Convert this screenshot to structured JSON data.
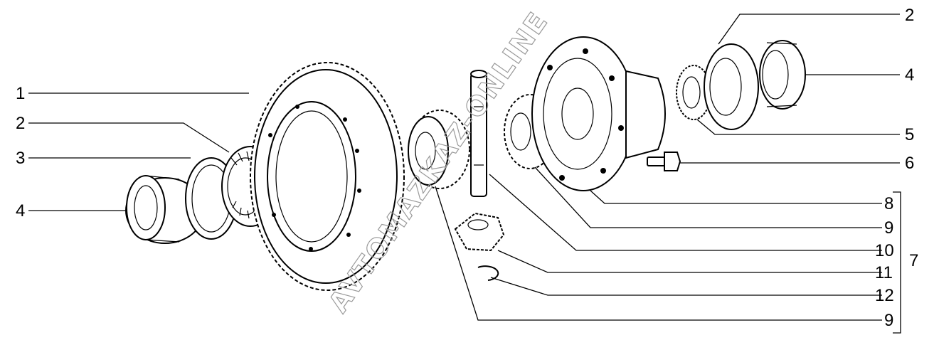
{
  "watermark": "AVTOMAZKAZ-ONLINE",
  "callouts": {
    "left_1": "1",
    "left_2": "2",
    "left_3": "3",
    "left_4": "4",
    "right_2": "2",
    "right_4": "4",
    "right_5": "5",
    "right_6": "6",
    "right_8": "8",
    "right_9a": "9",
    "right_10": "10",
    "right_11": "11",
    "right_12": "12",
    "right_9b": "9",
    "group_7": "7"
  }
}
